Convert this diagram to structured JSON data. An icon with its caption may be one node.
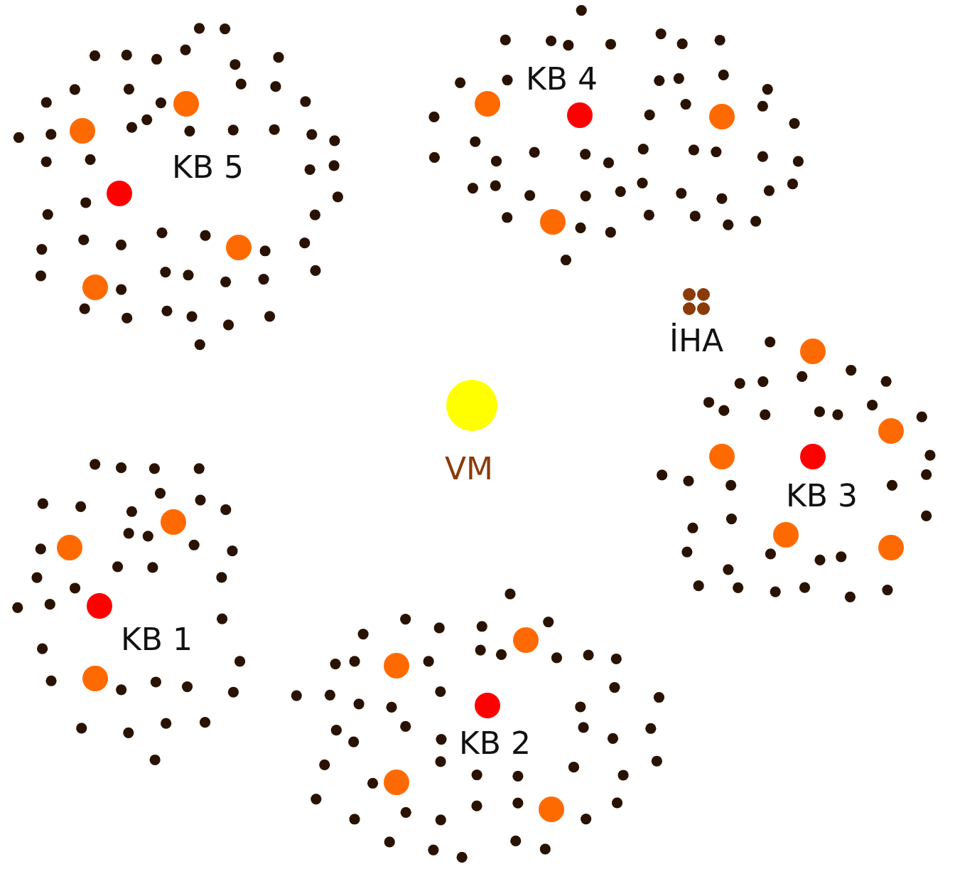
{
  "diagram": {
    "nodes": [
      {
        "text": [
          "KB 5"
        ]
      },
      {
        "text": [
          "KB 4"
        ]
      },
      {
        "text": [
          "İHA"
        ]
      },
      {
        "text": [
          "VM"
        ]
      },
      {
        "text": [
          "KB 3"
        ]
      },
      {
        "text": [
          "KB 1"
        ]
      },
      {
        "text": [
          "KB 2"
        ]
      }
    ]
  }
}
